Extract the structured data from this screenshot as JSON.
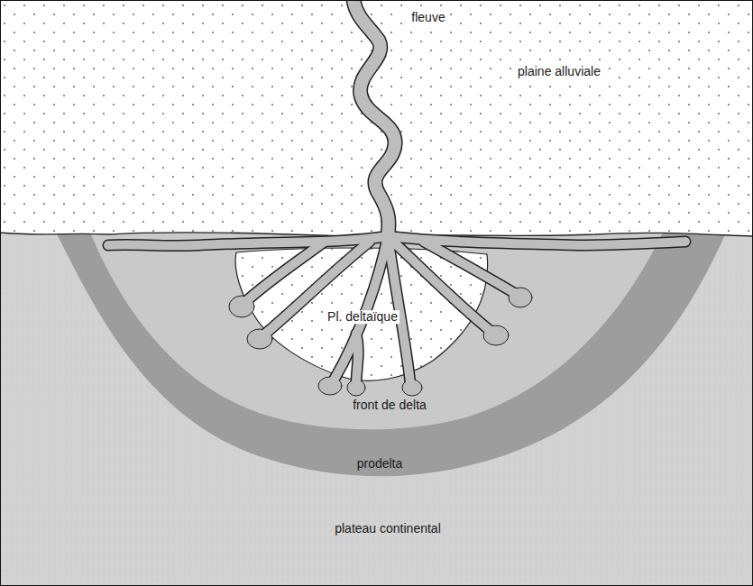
{
  "diagram": {
    "labels": [
      "fleuve",
      "plaine alluviale",
      "Pl. deltaïque",
      "front de delta",
      "prodelta",
      "plateau continental"
    ]
  }
}
